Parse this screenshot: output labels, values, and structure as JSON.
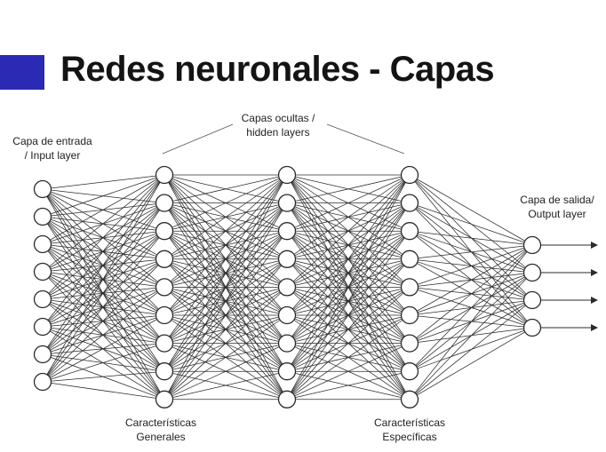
{
  "slide": {
    "title": "Redes neuronales - Capas",
    "accent_color": "#2a2ab4"
  },
  "labels": {
    "input": [
      "Capa de entrada",
      "/ Input layer"
    ],
    "hidden": [
      "Capas ocultas /",
      "hidden layers"
    ],
    "output": [
      "Capa de salida/",
      "Output layer"
    ],
    "general_features": [
      "Características",
      "Generales"
    ],
    "specific_features": [
      "Características",
      "Específicas"
    ]
  },
  "network": {
    "layer_sizes": [
      8,
      9,
      9,
      9,
      4
    ],
    "output_arrows": 4,
    "line_color": "#2b2b2b",
    "node_fill": "#ffffff"
  }
}
